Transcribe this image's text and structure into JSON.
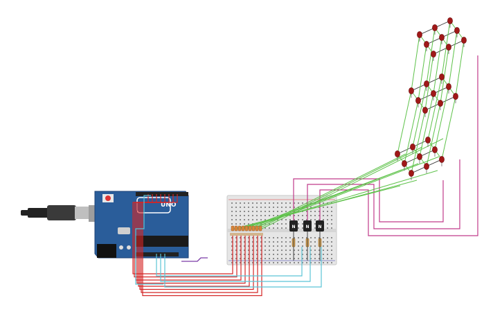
{
  "board": {
    "label": "UNO",
    "pcb_color": "#2a5d9a",
    "connector_color": "#222222"
  },
  "transistor_label": "N",
  "wire_colors": {
    "red": "#d42626",
    "cyan": "#5bc4d6",
    "magenta": "#c03a8a",
    "green": "#5ec24a",
    "purple": "#7a3aa6"
  },
  "led_color": "#a01818",
  "cube": {
    "layers": 3,
    "columns_per_layer": 9
  },
  "transistors": {
    "count": 3
  },
  "resistors": {
    "count": 9
  }
}
